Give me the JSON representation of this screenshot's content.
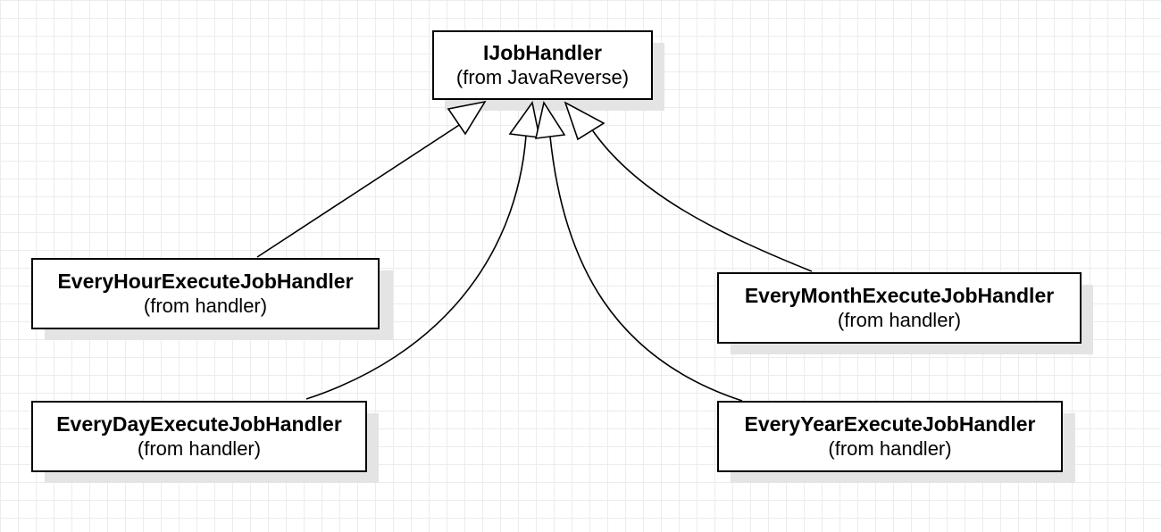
{
  "diagram": {
    "type": "uml-class-generalization",
    "line_color": "#000000",
    "box_border_color": "#000000",
    "shadow_color": "#e4e4e4",
    "grid_color": "#ececec",
    "parent": {
      "name": "IJobHandler",
      "package": "(from JavaReverse)"
    },
    "children": [
      {
        "name": "EveryHourExecuteJobHandler",
        "package": "(from handler)"
      },
      {
        "name": "EveryDayExecuteJobHandler",
        "package": "(from handler)"
      },
      {
        "name": "EveryMonthExecuteJobHandler",
        "package": "(from handler)"
      },
      {
        "name": "EveryYearExecuteJobHandler",
        "package": "(from handler)"
      }
    ],
    "relationships": [
      {
        "from": "EveryHourExecuteJobHandler",
        "to": "IJobHandler",
        "kind": "generalization"
      },
      {
        "from": "EveryDayExecuteJobHandler",
        "to": "IJobHandler",
        "kind": "generalization"
      },
      {
        "from": "EveryYearExecuteJobHandler",
        "to": "IJobHandler",
        "kind": "generalization"
      },
      {
        "from": "EveryMonthExecuteJobHandler",
        "to": "IJobHandler",
        "kind": "generalization"
      }
    ]
  }
}
